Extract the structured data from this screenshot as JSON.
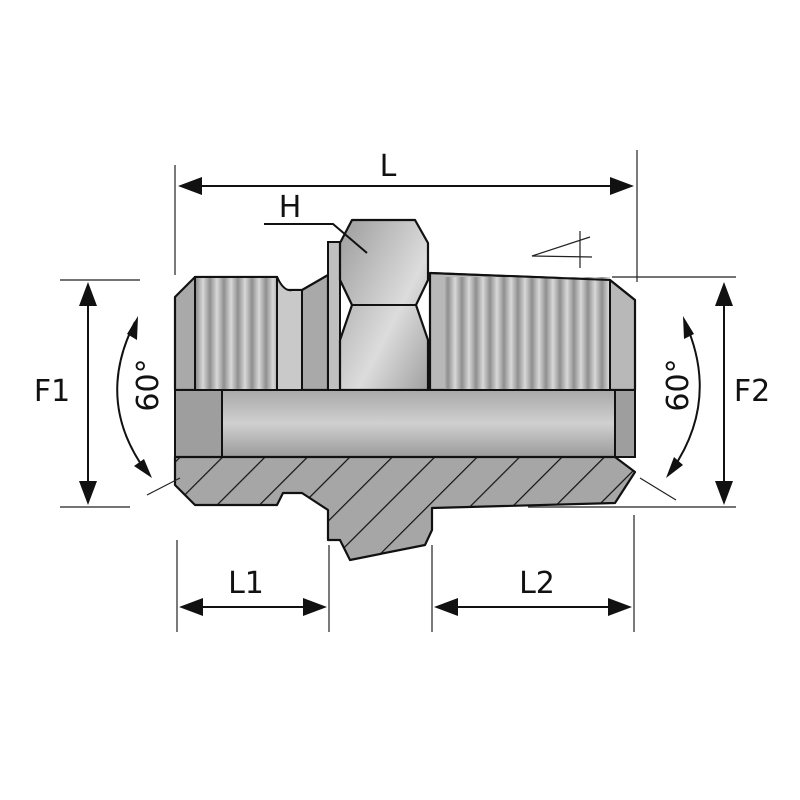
{
  "labels": {
    "length": "L",
    "hex": "H",
    "thread1": "F1",
    "thread2": "F2",
    "length1": "L1",
    "length2": "L2",
    "angle_left": "60°",
    "angle_right": "60°"
  },
  "colors": {
    "metal": "#a9a9a9",
    "metal_light": "#d4d4d4",
    "line": "#111111"
  }
}
